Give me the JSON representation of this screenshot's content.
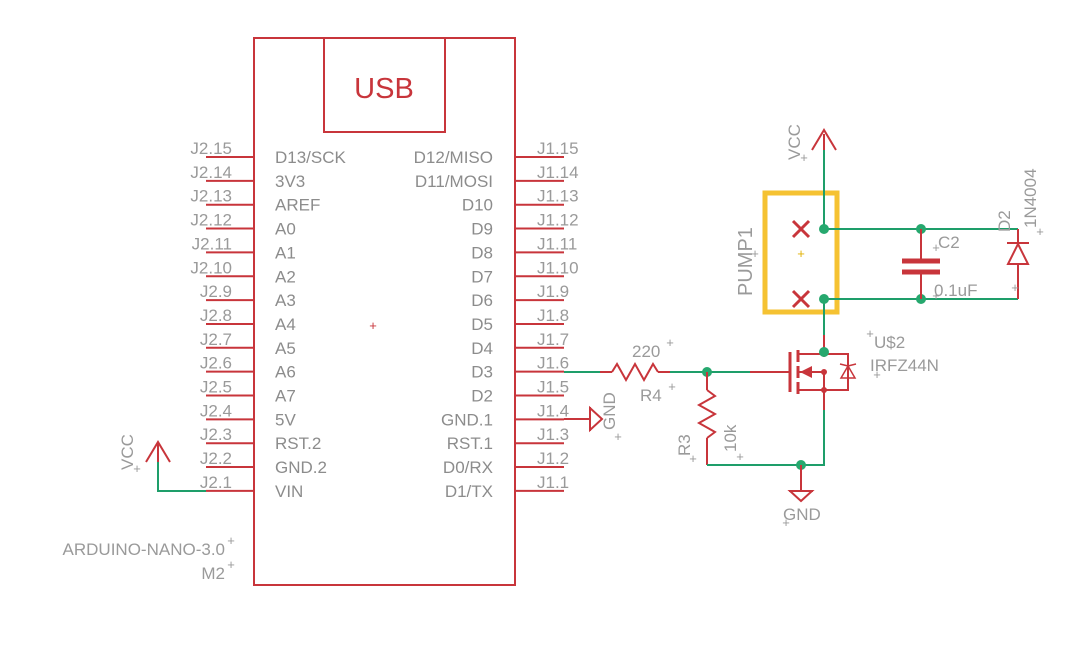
{
  "arduino": {
    "name": "ARDUINO-NANO-3.0",
    "ref": "M2",
    "usb_label": "USB",
    "left_pins": [
      {
        "num": "J2.15",
        "name": "D13/SCK"
      },
      {
        "num": "J2.14",
        "name": "3V3"
      },
      {
        "num": "J2.13",
        "name": "AREF"
      },
      {
        "num": "J2.12",
        "name": "A0"
      },
      {
        "num": "J2.11",
        "name": "A1"
      },
      {
        "num": "J2.10",
        "name": "A2"
      },
      {
        "num": "J2.9",
        "name": "A3"
      },
      {
        "num": "J2.8",
        "name": "A4"
      },
      {
        "num": "J2.7",
        "name": "A5"
      },
      {
        "num": "J2.6",
        "name": "A6"
      },
      {
        "num": "J2.5",
        "name": "A7"
      },
      {
        "num": "J2.4",
        "name": "5V"
      },
      {
        "num": "J2.3",
        "name": "RST.2"
      },
      {
        "num": "J2.2",
        "name": "GND.2"
      },
      {
        "num": "J2.1",
        "name": "VIN"
      }
    ],
    "right_pins": [
      {
        "num": "J1.15",
        "name": "D12/MISO"
      },
      {
        "num": "J1.14",
        "name": "D11/MOSI"
      },
      {
        "num": "J1.13",
        "name": "D10"
      },
      {
        "num": "J1.12",
        "name": "D9"
      },
      {
        "num": "J1.11",
        "name": "D8"
      },
      {
        "num": "J1.10",
        "name": "D7"
      },
      {
        "num": "J1.9",
        "name": "D6"
      },
      {
        "num": "J1.8",
        "name": "D5"
      },
      {
        "num": "J1.7",
        "name": "D4"
      },
      {
        "num": "J1.6",
        "name": "D3"
      },
      {
        "num": "J1.5",
        "name": "D2"
      },
      {
        "num": "J1.4",
        "name": "GND.1"
      },
      {
        "num": "J1.3",
        "name": "RST.1"
      },
      {
        "num": "J1.2",
        "name": "D0/RX"
      },
      {
        "num": "J1.1",
        "name": "D1/TX"
      }
    ]
  },
  "supplies": {
    "vcc_left": "VCC",
    "vcc_top": "VCC",
    "gnd_arduino": "GND",
    "gnd_bottom": "GND"
  },
  "components": {
    "r4": {
      "ref": "R4",
      "value": "220"
    },
    "r3": {
      "ref": "R3",
      "value": "10k"
    },
    "q": {
      "ref": "U$2",
      "value": "IRFZ44N"
    },
    "pump": {
      "ref": "PUMP1"
    },
    "c2": {
      "ref": "C2",
      "value": "0.1uF"
    },
    "d2": {
      "ref": "D2",
      "value": "1N4004"
    }
  },
  "colors": {
    "symbol": "#c8353b",
    "wire": "#1e9e6a",
    "junction": "#26a86e",
    "text": "#9a9a9a",
    "highlight": "#f5c232"
  }
}
